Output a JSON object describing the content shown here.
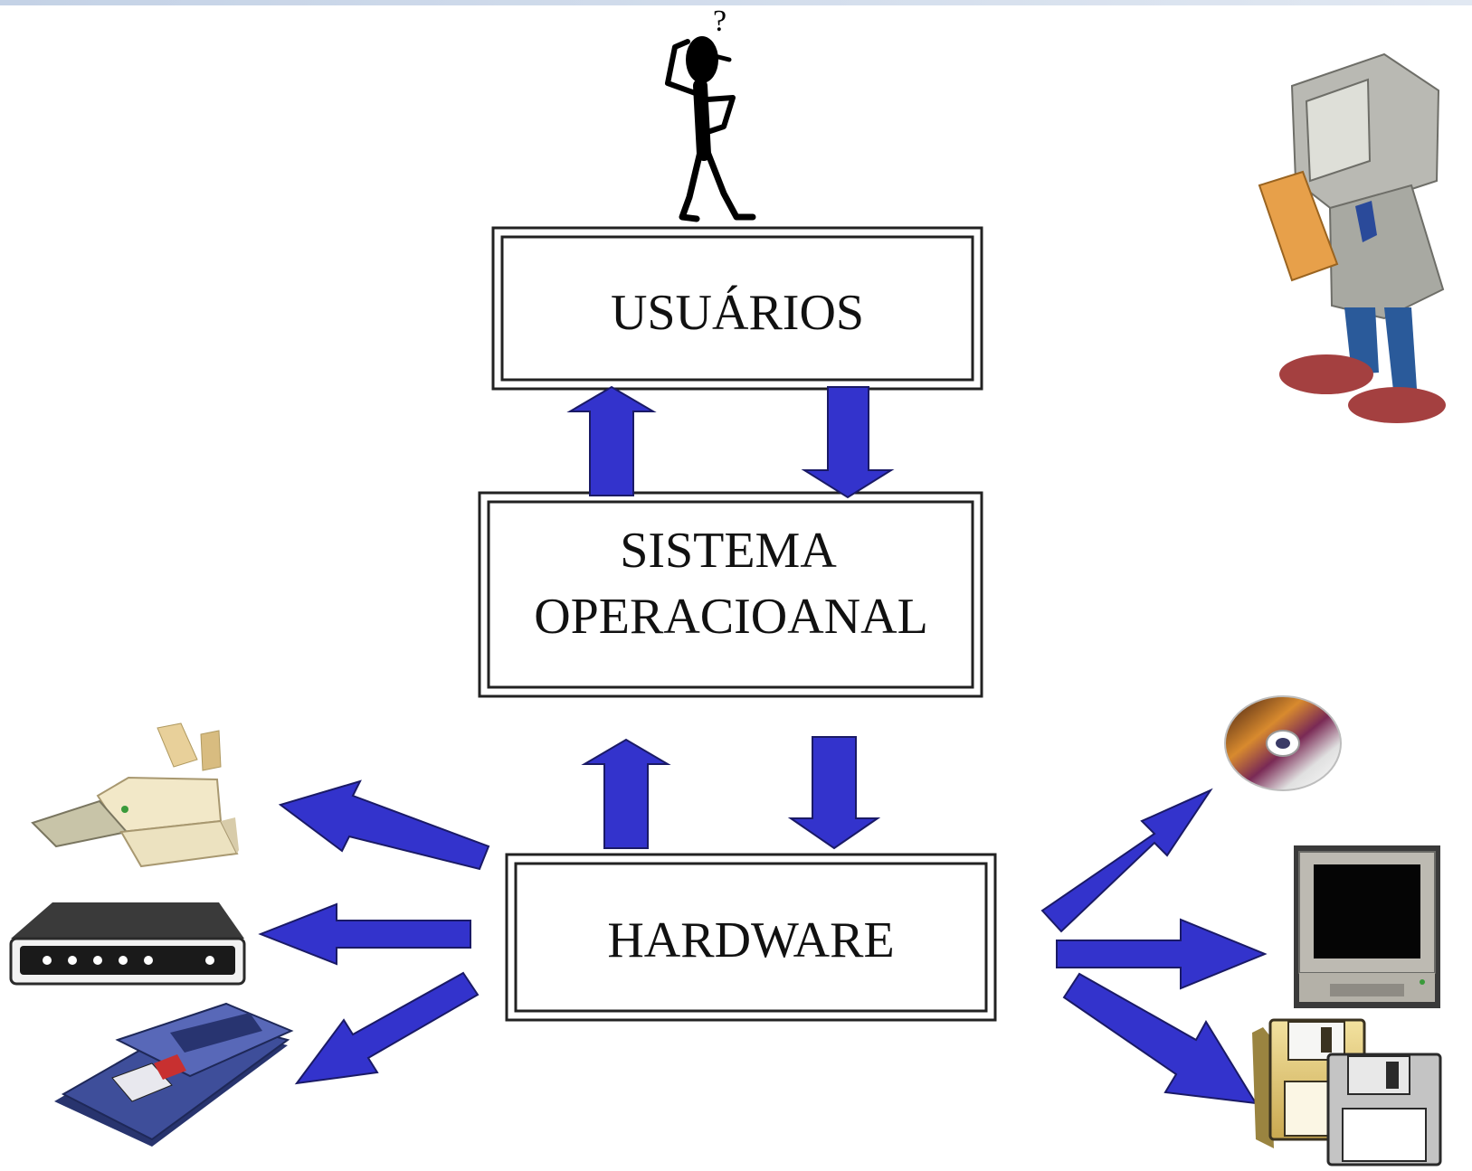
{
  "boxes": {
    "users": {
      "label": "USUÁRIOS"
    },
    "os": {
      "line1": "SISTEMA",
      "line2": "OPERACIOANAL"
    },
    "hardware": {
      "label": "HARDWARE"
    }
  },
  "colors": {
    "arrow": "#3333cc",
    "arrow_outline": "#1a1a66",
    "box_border": "#222222",
    "top_strip": "#c4d2e6"
  },
  "icons": [
    "thinking-stick-figure-icon",
    "computer-head-man-icon",
    "printer-icon",
    "modem-icon",
    "zip-drive-icon",
    "cd-disc-icon",
    "crt-monitor-icon",
    "floppy-disks-icon"
  ]
}
